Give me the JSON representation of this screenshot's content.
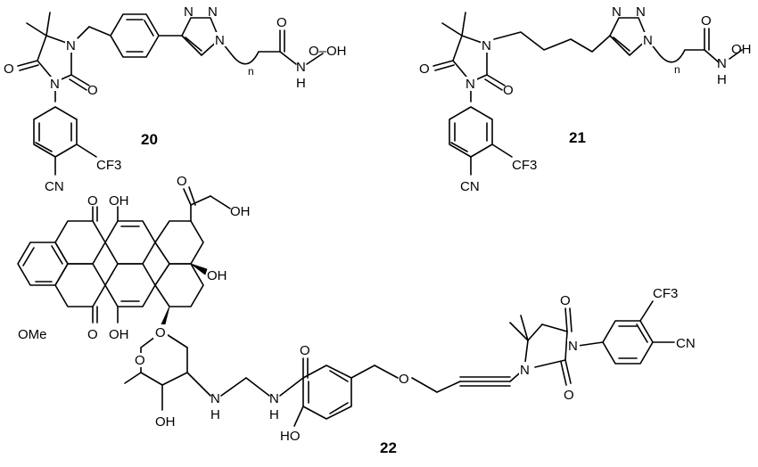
{
  "compounds": [
    {
      "id": "20",
      "atoms": {
        "n_ring": "N",
        "n_aryl": "N",
        "o_ring1": "O",
        "o_ring2": "O",
        "n_tri1": "N",
        "n_tri2": "N",
        "n_tri3": "N",
        "chain_n": "n",
        "o_amide": "O",
        "n_h": "N",
        "h": "H",
        "oh": "O–OH",
        "cf3": "CF3",
        "cn": "CN"
      }
    },
    {
      "id": "21",
      "atoms": {
        "n_ring": "N",
        "n_aryl": "N",
        "o_ring1": "O",
        "o_ring2": "O",
        "n_tri1": "N",
        "n_tri2": "N",
        "n_tri3": "N",
        "chain_n": "n",
        "o_amide": "O",
        "n_h": "N",
        "h": "H",
        "oh": "OH",
        "cf3": "CF3",
        "cn": "CN"
      }
    },
    {
      "id": "22",
      "atoms": {
        "o_q1": "O",
        "o_q2": "O",
        "oh1": "OH",
        "oh2": "OH",
        "oh_ring": "OH",
        "oh_ket_o": "O",
        "oh_ch2": "OH",
        "ome": "OMe",
        "o_glyc": "O",
        "o_sugar": "O",
        "nh1": "N",
        "h1": "H",
        "nh2": "N",
        "h2": "H",
        "o_amide": "O",
        "ho_ar": "HO",
        "o_ether": "O",
        "oh_sugar": "OH",
        "n_ring": "N",
        "n_aryl": "N",
        "o_ring1": "O",
        "o_ring2": "O",
        "cf3": "CF3",
        "cn": "CN"
      }
    }
  ]
}
